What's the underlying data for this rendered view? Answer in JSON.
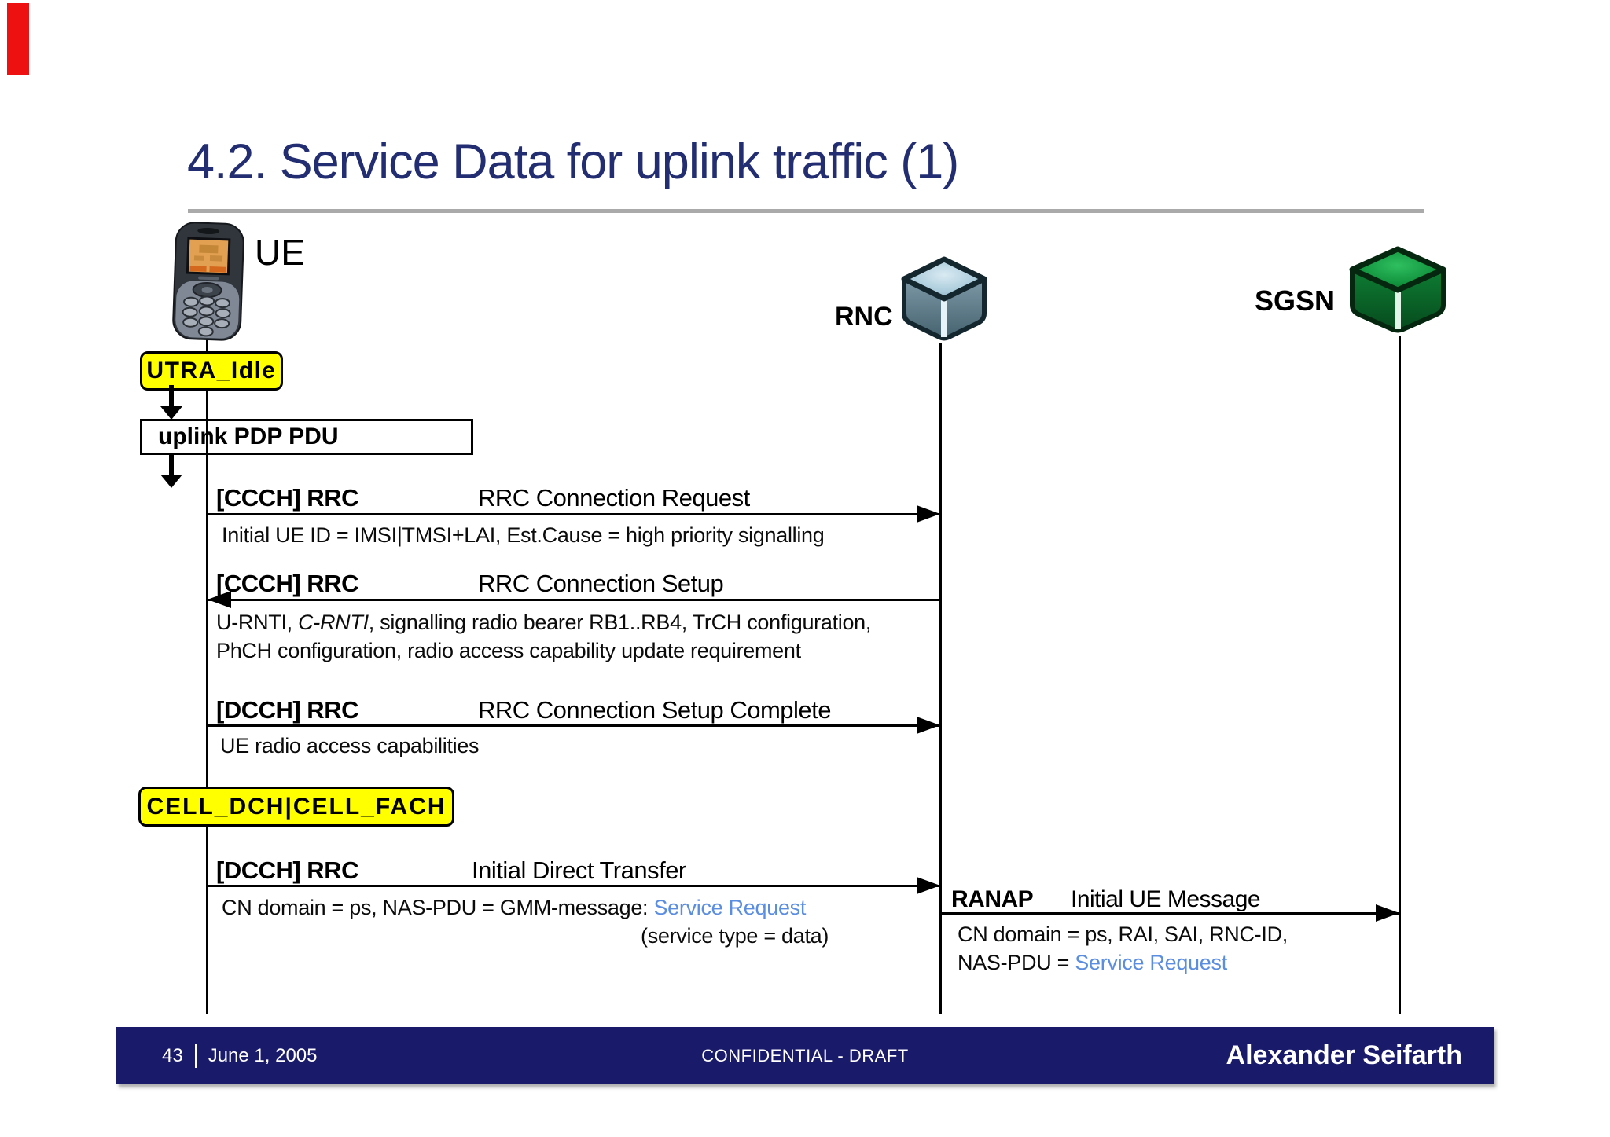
{
  "colors": {
    "title_navy": "#232e72",
    "footer_navy": "#1a1a6b",
    "state_yellow": "#ffff00",
    "param_blue": "#5c8ee0",
    "marker_red": "#ee1111"
  },
  "header": {
    "title": "4.2. Service Data for uplink traffic (1)"
  },
  "entities": {
    "ue": {
      "label": "UE",
      "icon": "mobile-phone-icon"
    },
    "rnc": {
      "label": "RNC",
      "icon": "network-node-cube-icon"
    },
    "sgsn": {
      "label": "SGSN",
      "icon": "network-node-cube-icon"
    }
  },
  "states": {
    "idle": "UTRA_Idle",
    "active": "CELL_DCH|CELL_FACH"
  },
  "event_box": {
    "label": "uplink PDP PDU"
  },
  "messages": {
    "m1": {
      "channel": "[CCCH] RRC",
      "name": "RRC Connection Request",
      "param": "Initial UE ID = IMSI|TMSI+LAI, Est.Cause = high priority signalling"
    },
    "m2": {
      "channel": "[CCCH] RRC",
      "name": "RRC Connection Setup",
      "param1a": "U-RNTI, ",
      "param1b": "C-RNTI",
      "param1c": ", signalling radio bearer RB1..RB4, TrCH configuration,",
      "param2": "PhCH configuration, radio access capability update requirement"
    },
    "m3": {
      "channel": "[DCCH] RRC",
      "name": "RRC Connection Setup Complete",
      "param": "UE radio access capabilities"
    },
    "m4": {
      "channel": "[DCCH] RRC",
      "name": "Initial Direct Transfer",
      "param1a": "CN domain = ps, NAS-PDU = GMM-message: ",
      "param1b": "Service Request",
      "param2": "(service type = data)"
    },
    "m5": {
      "protocol": "RANAP",
      "name": "Initial UE Message",
      "param1": "CN domain = ps, RAI, SAI, RNC-ID,",
      "param2a": "NAS-PDU = ",
      "param2b": "Service Request"
    }
  },
  "footer": {
    "page": "43",
    "date": "June 1, 2005",
    "classification": "CONFIDENTIAL - DRAFT",
    "author": "Alexander Seifarth"
  }
}
